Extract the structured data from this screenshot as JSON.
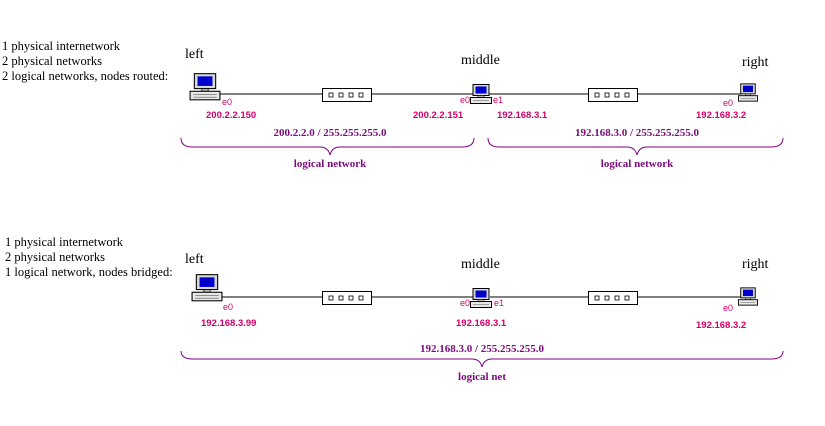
{
  "colors": {
    "label": "#d4006a",
    "network": "#800080",
    "screen": "#0000cc"
  },
  "top": {
    "description": [
      "1 physical internetwork",
      "2 physical networks",
      "2 logical networks, nodes routed:"
    ],
    "nodes": {
      "left": "left",
      "middle": "middle",
      "right": "right"
    },
    "interfaces": {
      "left_e0": "e0",
      "middle_e0": "e0",
      "middle_e1": "e1",
      "right_e0": "e0"
    },
    "ips": {
      "left": "200.2.2.150",
      "middle_e0": "200.2.2.151",
      "middle_e1": "192.168.3.1",
      "right": "192.168.3.2"
    },
    "networks": [
      {
        "subnet": "200.2.2.0 / 255.255.255.0",
        "label": "logical network"
      },
      {
        "subnet": "192.168.3.0 / 255.255.255.0",
        "label": "logical network"
      }
    ]
  },
  "bottom": {
    "description": [
      "1 physical internetwork",
      "2 physical networks",
      "1 logical network, nodes bridged:"
    ],
    "nodes": {
      "left": "left",
      "middle": "middle",
      "right": "right"
    },
    "interfaces": {
      "left_e0": "e0",
      "middle_e0": "e0",
      "middle_e1": "e1",
      "right_e0": "e0"
    },
    "ips": {
      "left": "192.168.3.99",
      "middle": "192.168.3.1",
      "right": "192.168.3.2"
    },
    "network": {
      "subnet": "192.168.3.0 / 255.255.255.0",
      "label": "logical net"
    }
  },
  "icons": {
    "computer": "computer-icon",
    "hub": "hub-icon"
  }
}
